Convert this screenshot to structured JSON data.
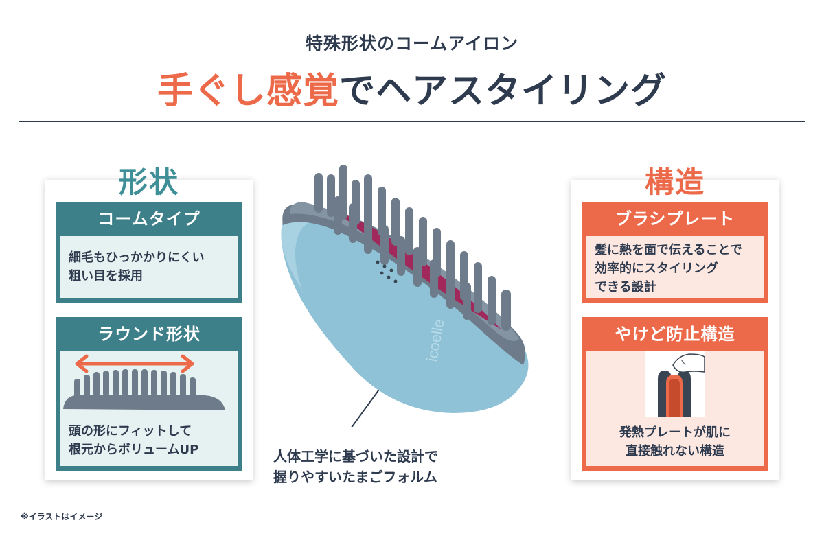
{
  "header": {
    "subtitle": "特殊形状のコームアイロン",
    "headline_accent": "手ぐし感覚",
    "headline_rest": "でヘアスタイリング"
  },
  "left_card": {
    "title": "形状",
    "box1": {
      "heading": "コームタイプ",
      "lines": [
        "細毛もひっかかりにくい",
        "粗い目を採用"
      ]
    },
    "box2": {
      "heading": "ラウンド形状",
      "lines": [
        "頭の形にフィットして",
        "根元からボリュームUP"
      ]
    }
  },
  "right_card": {
    "title": "構造",
    "box1": {
      "heading": "ブラシプレート",
      "lines": [
        "髪に熱を面で伝えることで",
        "効率的にスタイリング",
        "できる設計"
      ]
    },
    "box2": {
      "heading": "やけど防止構造",
      "lines": [
        "発熱プレートが肌に",
        "直接触れない構造"
      ]
    }
  },
  "product": {
    "brand_mark": "icoelle",
    "callout_lines": [
      "人体工学に基づいた設計で",
      "握りやすいたまごフォルム"
    ]
  },
  "footnote": "※イラストはイメージ",
  "colors": {
    "accent_coral": "#ec6a4a",
    "navy": "#2e3a4e",
    "teal": "#3d8089",
    "product_blue": "#8fc2d6",
    "comb_gray": "#6d7b8a",
    "comb_magenta": "#a0285a"
  },
  "icons": [
    "double-arrow-icon",
    "comb-round-illustration",
    "finger-plate-illustration",
    "comb-iron-illustration"
  ]
}
